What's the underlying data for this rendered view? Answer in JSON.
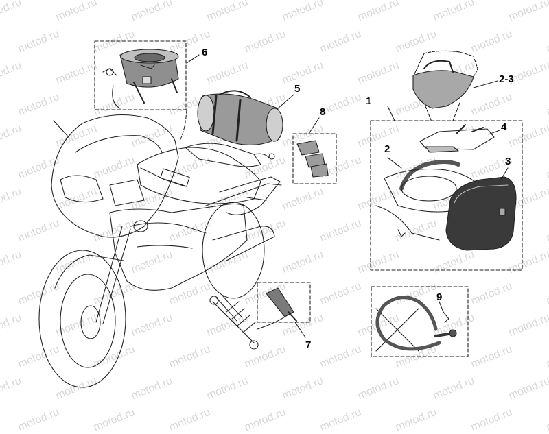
{
  "watermark": "motod.ru",
  "callouts": {
    "c1": "1",
    "c2": "2",
    "c23": "2-3",
    "c3": "3",
    "c4": "4",
    "c5": "5",
    "c6": "6",
    "c7": "7",
    "c8": "8",
    "c9": "9"
  },
  "colors": {
    "line": "#222222",
    "fill_light": "#f2f2f2",
    "fill_mid": "#bdbdbd",
    "fill_dark": "#3c3c3c",
    "watermark": "#d8d8d8"
  }
}
